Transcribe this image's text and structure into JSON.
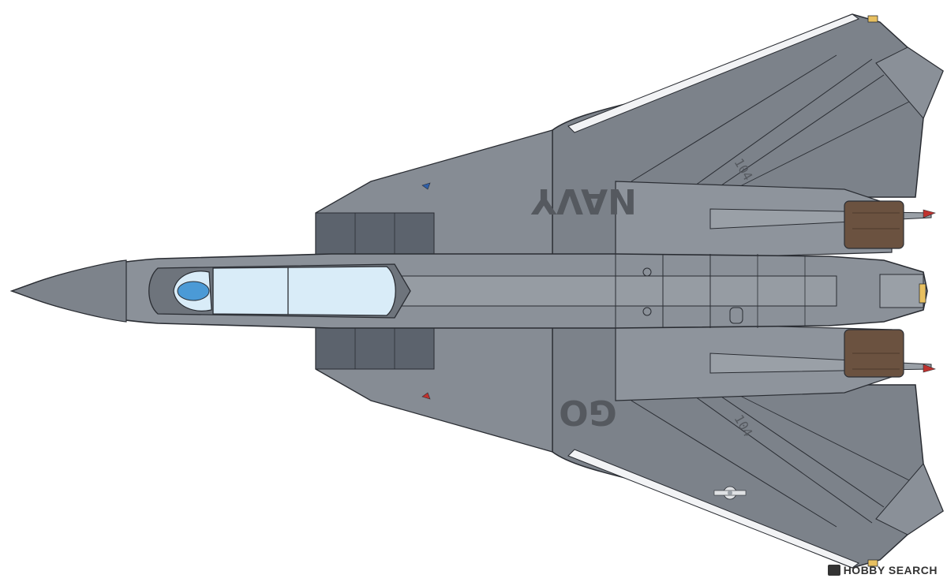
{
  "illustration": {
    "subject": "fighter-aircraft-top-view",
    "markings": {
      "top_wing_text": "NAVY",
      "bottom_wing_text": "GO",
      "top_wing_number": "104",
      "bottom_wing_number": "104"
    }
  },
  "watermark": {
    "text": "HOBBY SEARCH"
  },
  "colors": {
    "fuselage_light": "#8b9199",
    "wing_mid": "#7a8088",
    "panel_dark": "#5c636d",
    "outline": "#2a2d33",
    "canopy_glass": "#d9ecf8",
    "seat_blue": "#4b9ad6",
    "exhaust_brown": "#6b5240",
    "stencil_gray": "#55595f",
    "leading_edge_white": "#f4f5f7"
  }
}
